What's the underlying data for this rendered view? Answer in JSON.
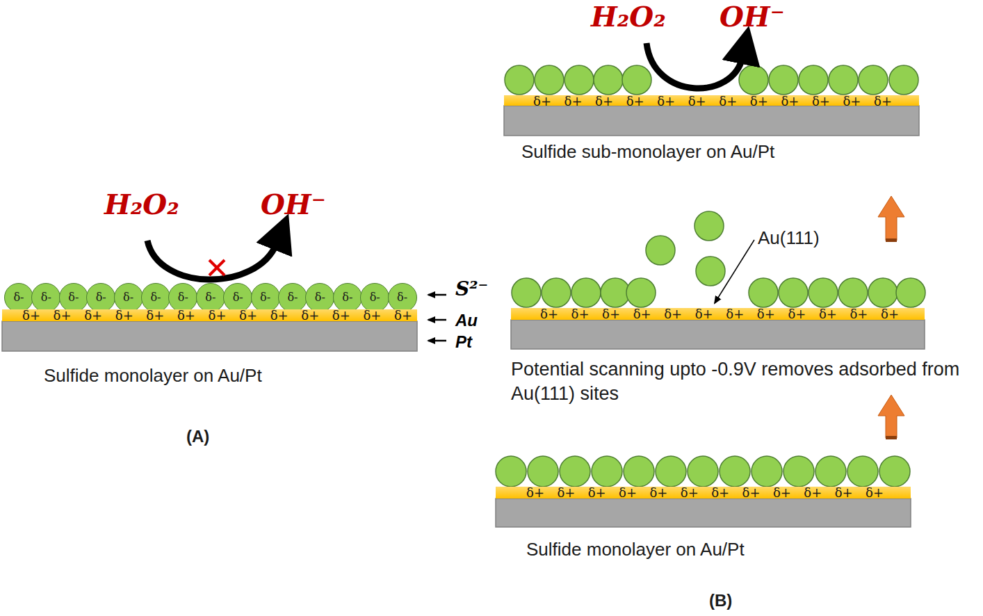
{
  "diagram": {
    "nodes": [
      {
        "text": [
          "δ-"
        ]
      },
      {
        "text": [
          "δ-"
        ]
      },
      {
        "text": [
          "δ-"
        ]
      },
      {
        "text": [
          "δ-"
        ]
      },
      {
        "text": [
          "δ-"
        ]
      },
      {
        "text": [
          "δ-"
        ]
      },
      {
        "text": [
          "δ-"
        ]
      },
      {
        "text": [
          "δ-"
        ]
      },
      {
        "text": [
          "δ-"
        ]
      },
      {
        "text": [
          "δ-"
        ]
      },
      {
        "text": [
          "δ-"
        ]
      },
      {
        "text": [
          "δ-"
        ]
      },
      {
        "text": [
          "δ-"
        ]
      },
      {
        "text": [
          "δ-"
        ]
      },
      {
        "text": [
          "δ-"
        ]
      },
      {
        "text": [
          "δ+",
          "δ+",
          "δ+",
          "δ+",
          "δ+",
          "δ+",
          "δ+",
          "δ+",
          "δ+",
          "δ+",
          "δ+",
          "δ+",
          "δ+"
        ]
      },
      {
        "text": [
          "δ+",
          "δ+",
          "δ+",
          "δ+",
          "δ+",
          "δ+",
          "δ+",
          "δ+",
          "δ+",
          "δ+",
          "δ+",
          "δ+"
        ]
      },
      {
        "text": [
          "δ+",
          "δ+",
          "δ+",
          "δ+",
          "δ+",
          "δ+",
          "δ+",
          "δ+",
          "δ+",
          "δ+",
          "δ+",
          "δ+"
        ]
      },
      {
        "text": [
          "δ+",
          "δ+",
          "δ+",
          "δ+",
          "δ+",
          "δ+",
          "δ+",
          "δ+",
          "δ+",
          "δ+",
          "δ+",
          "δ+"
        ]
      }
    ],
    "labels": [
      "H₂O₂",
      "OH⁻",
      "S²⁻",
      "Au",
      "Pt",
      "Sulfide monolayer on Au/Pt",
      "(A)",
      "H₂O₂",
      "OH⁻",
      "Sulfide sub-monolayer on Au/Pt",
      "Au(111)",
      "Potential scanning upto -0.9V removes adsorbed from Au(111) sites",
      "Sulfide monolayer on Au/Pt",
      "(B)"
    ]
  }
}
